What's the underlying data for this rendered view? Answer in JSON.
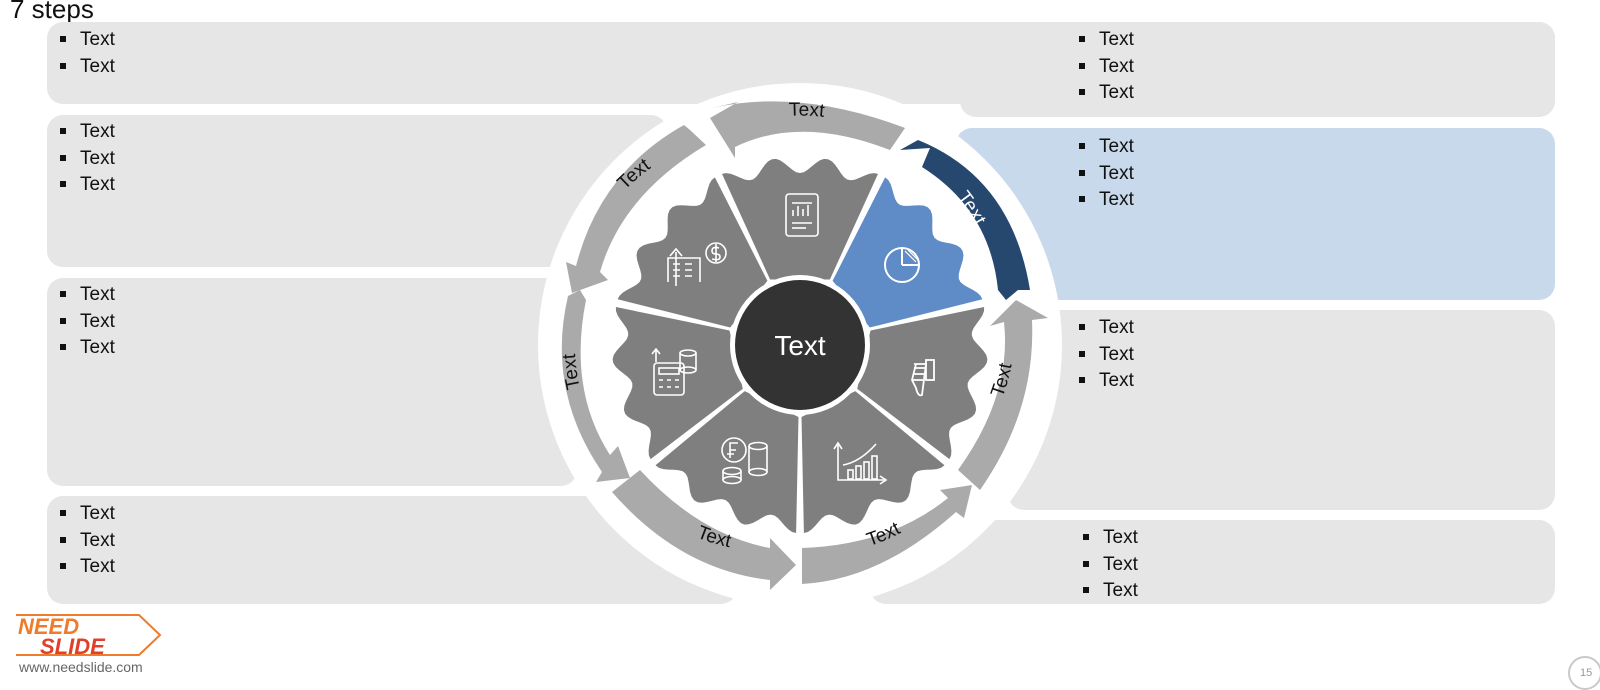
{
  "slide": {
    "title": "7 steps"
  },
  "center": {
    "label": "Text"
  },
  "arrows": {
    "top": "Text",
    "upper_left": "Text",
    "left": "Text",
    "bottom_left": "Text",
    "bottom_right": "Text",
    "right": "Text",
    "upper_right": "Text"
  },
  "panels": {
    "top_left": [
      "Text",
      "Text"
    ],
    "top_right": [
      "Text",
      "Text",
      "Text"
    ],
    "mid_left_1": [
      "Text",
      "Text",
      "Text"
    ],
    "mid_right_highlight": [
      "Text",
      "Text",
      "Text"
    ],
    "mid_left_2": [
      "Text",
      "Text",
      "Text"
    ],
    "mid_right_2": [
      "Text",
      "Text",
      "Text"
    ],
    "bottom_left": [
      "Text",
      "Text",
      "Text"
    ],
    "bottom_right": [
      "Text",
      "Text",
      "Text"
    ]
  },
  "segments": {
    "icons": [
      "document-chart-icon",
      "pie-chart-icon",
      "thumbs-down-icon",
      "growth-chart-icon",
      "franc-coins-icon",
      "calculator-coins-icon",
      "house-dollar-icon"
    ],
    "highlight_index": 1
  },
  "colors": {
    "panel_gray": "#e6e6e6",
    "panel_highlight": "#c9d9ec",
    "segment_gray": "#7f7f7f",
    "segment_highlight": "#5f8bc6",
    "center": "#333333",
    "arrow_gray": "#aaaaaa",
    "arrow_highlight": "#26476e"
  },
  "footer": {
    "logo_top": "NEED",
    "logo_bottom": "SLIDE",
    "url": "www.needslide.com",
    "page_number": "15"
  }
}
